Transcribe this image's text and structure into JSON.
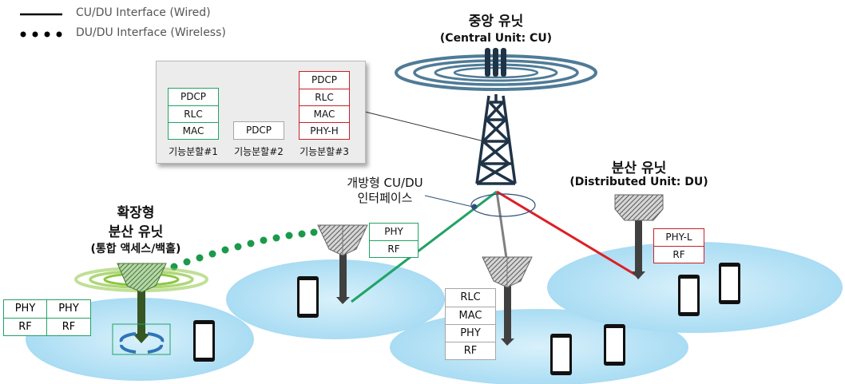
{
  "legend": {
    "wired": "CU/DU Interface (Wired)",
    "wireless": "DU/DU Interface (Wireless)"
  },
  "cu": {
    "title": "중앙 유닛",
    "subtitle": "(Central Unit: CU)"
  },
  "du": {
    "title": "분산 유닛",
    "subtitle": "(Distributed Unit: DU)"
  },
  "extended_du": {
    "title_line1": "확장형",
    "title_line2": "분산 유닛",
    "title_line3": "(통합 액세스/백홀)"
  },
  "open_interface": {
    "line1": "개방형 CU/DU",
    "line2": "인터페이스"
  },
  "splits": [
    {
      "label": "기능분할#1",
      "layers": [
        "PDCP",
        "RLC",
        "MAC"
      ],
      "color": "#21a366"
    },
    {
      "label": "기능분할#2",
      "layers": [
        "PDCP"
      ],
      "color": "#a6a6a6"
    },
    {
      "label": "기능분할#3",
      "layers": [
        "PDCP",
        "RLC",
        "MAC",
        "PHY-H"
      ],
      "color": "#c8202a"
    }
  ],
  "stacks": {
    "left_du": [
      "PHY",
      "RF"
    ],
    "center_du": [
      "RLC",
      "MAC",
      "PHY",
      "RF"
    ],
    "right_du": [
      "PHY-L",
      "RF"
    ],
    "extended": {
      "row1": [
        "PHY",
        "PHY"
      ],
      "row2": [
        "RF",
        "RF"
      ]
    }
  },
  "colors": {
    "wired_split1": "#21a366",
    "wired_split2": "#808080",
    "wired_split3": "#dd1f26",
    "wireless": "#1a9a4a",
    "coverage": "#bfe6f7",
    "tower": "#1f3347"
  }
}
